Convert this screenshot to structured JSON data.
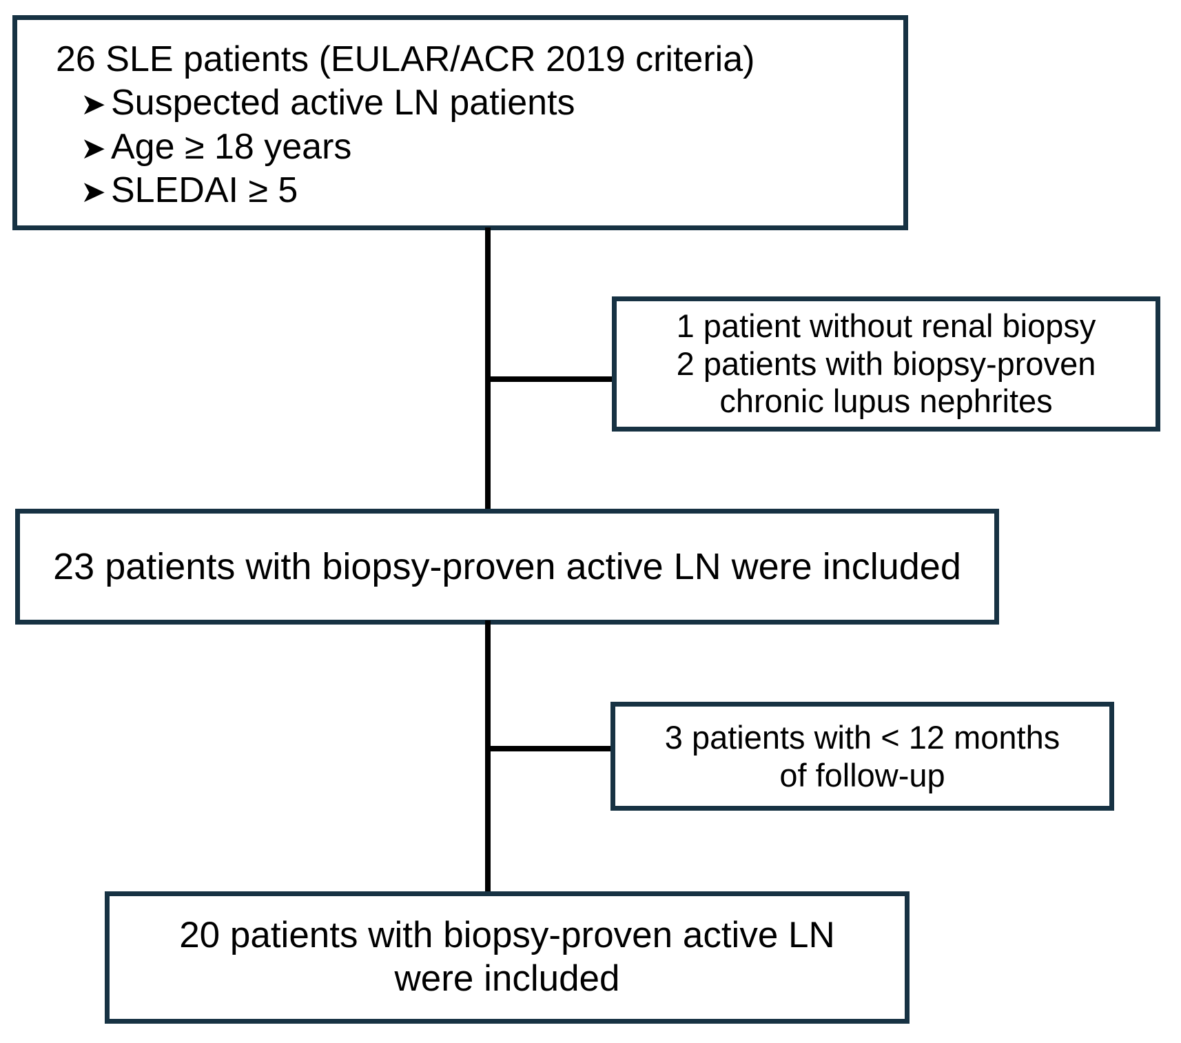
{
  "flowchart": {
    "title": "SLE / Lupus Nephritis patient selection flowchart",
    "border_color": "#173243",
    "connector_color": "#000000",
    "background": "#ffffff",
    "nodes": {
      "criteria": {
        "heading": "26 SLE patients (EULAR/ACR 2019 criteria)",
        "bullet_glyph": "➤",
        "bullets": [
          "Suspected active LN patients",
          "Age ≥ 18 years",
          "SLEDAI ≥ 5"
        ]
      },
      "exclusion_1": {
        "line1": "1 patient without renal biopsy",
        "line2": "2 patients with biopsy-proven",
        "line3": "chronic lupus nephrites"
      },
      "included_23": {
        "line1": "23 patients with biopsy-proven active LN were included"
      },
      "exclusion_2": {
        "line1": "3 patients with < 12 months",
        "line2": "of follow-up"
      },
      "included_20": {
        "line1": "20 patients with biopsy-proven active LN",
        "line2": "were included"
      }
    }
  }
}
